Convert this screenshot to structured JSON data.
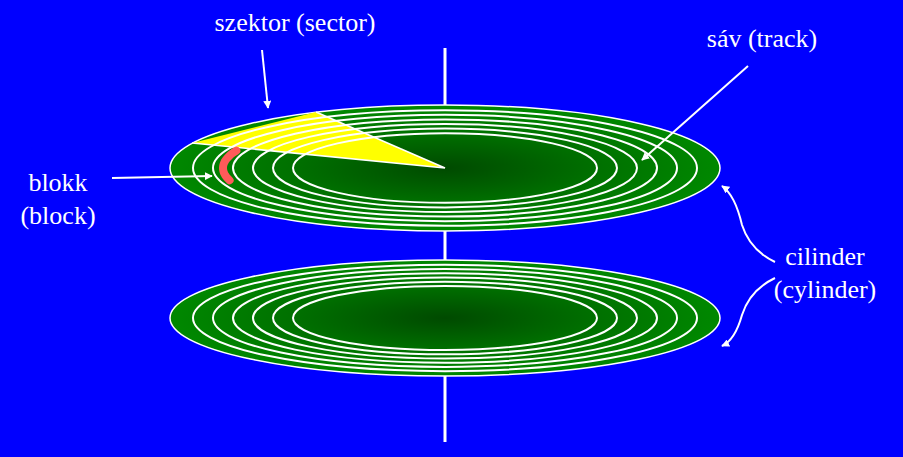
{
  "diagram": {
    "labels": [
      "szektor (sector)",
      "sáv (track)",
      "blokk (block)",
      "cilinder (cylinder)"
    ]
  }
}
